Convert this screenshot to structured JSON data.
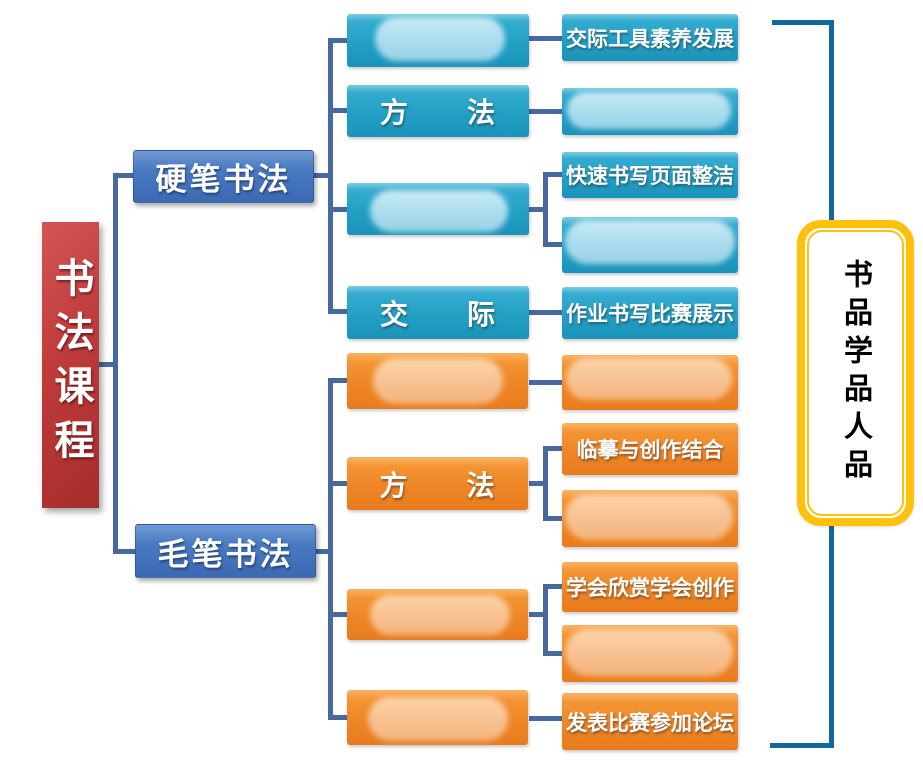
{
  "root": {
    "label": "书法课程"
  },
  "theme": {
    "label": "书品学品人品"
  },
  "hard_pen": {
    "label": "硬笔书法",
    "nodes": [
      {
        "label": "",
        "redacted": true,
        "children": [
          {
            "label": "交际工具素养发展",
            "redacted": false
          }
        ]
      },
      {
        "label": "方　　法",
        "redacted": false,
        "children": [
          {
            "label": "",
            "redacted": true
          }
        ]
      },
      {
        "label": "",
        "redacted": true,
        "children": [
          {
            "label": "快速书写页面整洁",
            "redacted": false
          },
          {
            "label": "",
            "redacted": true
          }
        ]
      },
      {
        "label": "交　　际",
        "redacted": false,
        "children": [
          {
            "label": "作业书写比赛展示",
            "redacted": false
          }
        ]
      }
    ]
  },
  "brush": {
    "label": "毛笔书法",
    "nodes": [
      {
        "label": "",
        "redacted": true,
        "children": [
          {
            "label": "",
            "redacted": true
          }
        ]
      },
      {
        "label": "方　　法",
        "redacted": false,
        "children": [
          {
            "label": "临摹与创作结合",
            "redacted": false
          },
          {
            "label": "",
            "redacted": true
          }
        ]
      },
      {
        "label": "",
        "redacted": true,
        "children": [
          {
            "label": "学会欣赏学会创作",
            "redacted": false
          },
          {
            "label": "",
            "redacted": true
          }
        ]
      },
      {
        "label": "",
        "redacted": true,
        "children": [
          {
            "label": "发表比赛参加论坛",
            "redacted": false
          }
        ]
      }
    ]
  },
  "colors": {
    "root_red": "#bf3b3a",
    "branch_blue": "#4a7bc2",
    "teal": "#239fc5",
    "orange": "#ee8426",
    "connector": "#47699e",
    "bracket": "#11689c",
    "theme_border": "#ffc10a"
  }
}
